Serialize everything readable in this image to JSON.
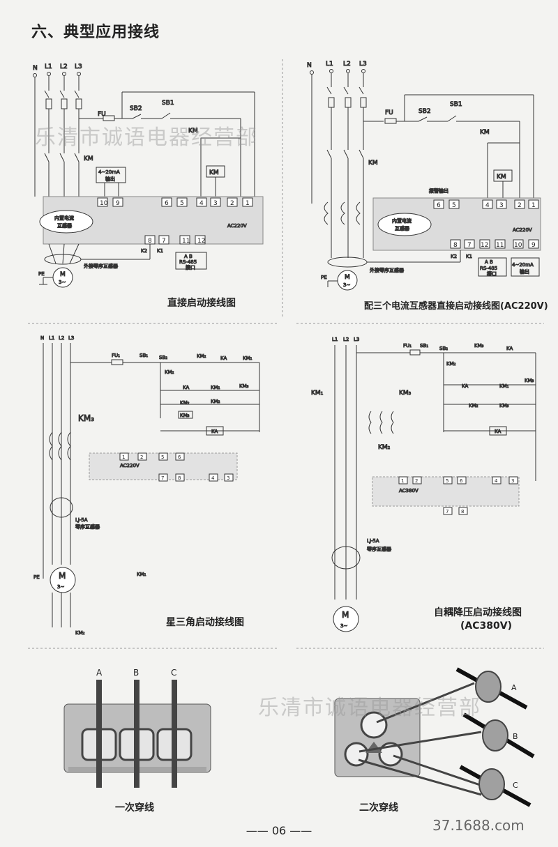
{
  "heading": "六、典型应用接线",
  "watermark": "乐清市诚语电器经营部",
  "footer_text": "37.1688.com",
  "page_number": "06",
  "common": {
    "N": "N",
    "L1": "L1",
    "L2": "L2",
    "L3": "L3",
    "PE": "PE",
    "FU": "FU",
    "FU1": "FU₁",
    "SB1": "SB1",
    "SB2": "SB2",
    "SB1s": "SB₁",
    "SB2s": "SB₂",
    "KM": "KM",
    "KA": "KA",
    "KM1": "KM₁",
    "KM2": "KM₂",
    "KM3": "KM₃",
    "motor_m": "M",
    "motor_3": "3~",
    "ct_internal_1": "内置电流",
    "ct_internal_2": "互感器",
    "ct_external": "外接零序互感器",
    "ma_1": "4~20mA",
    "ma_2": "输出",
    "rs485_ab": "A  B",
    "rs485_1": "RS-485",
    "rs485_2": "接口",
    "alarm_out": "报警输出",
    "ac220": "AC220V",
    "ac380": "AC380V",
    "lj5a": "LJ-5A",
    "zero_ct": "零序互感器",
    "K1": "K1",
    "K2": "K2"
  },
  "diagrams": [
    {
      "id": "d1",
      "caption": "直接启动接线图"
    },
    {
      "id": "d2",
      "caption": "配三个电流互感器直接启动接线图(AC220V)"
    },
    {
      "id": "d3",
      "caption": "星三角启动接线图"
    },
    {
      "id": "d4",
      "caption_1": "自耦降压启动接线图",
      "caption_2": "(AC380V)"
    }
  ],
  "threading": {
    "phases": [
      "A",
      "B",
      "C"
    ],
    "primary_caption": "一次穿线",
    "secondary_caption": "二次穿线"
  }
}
